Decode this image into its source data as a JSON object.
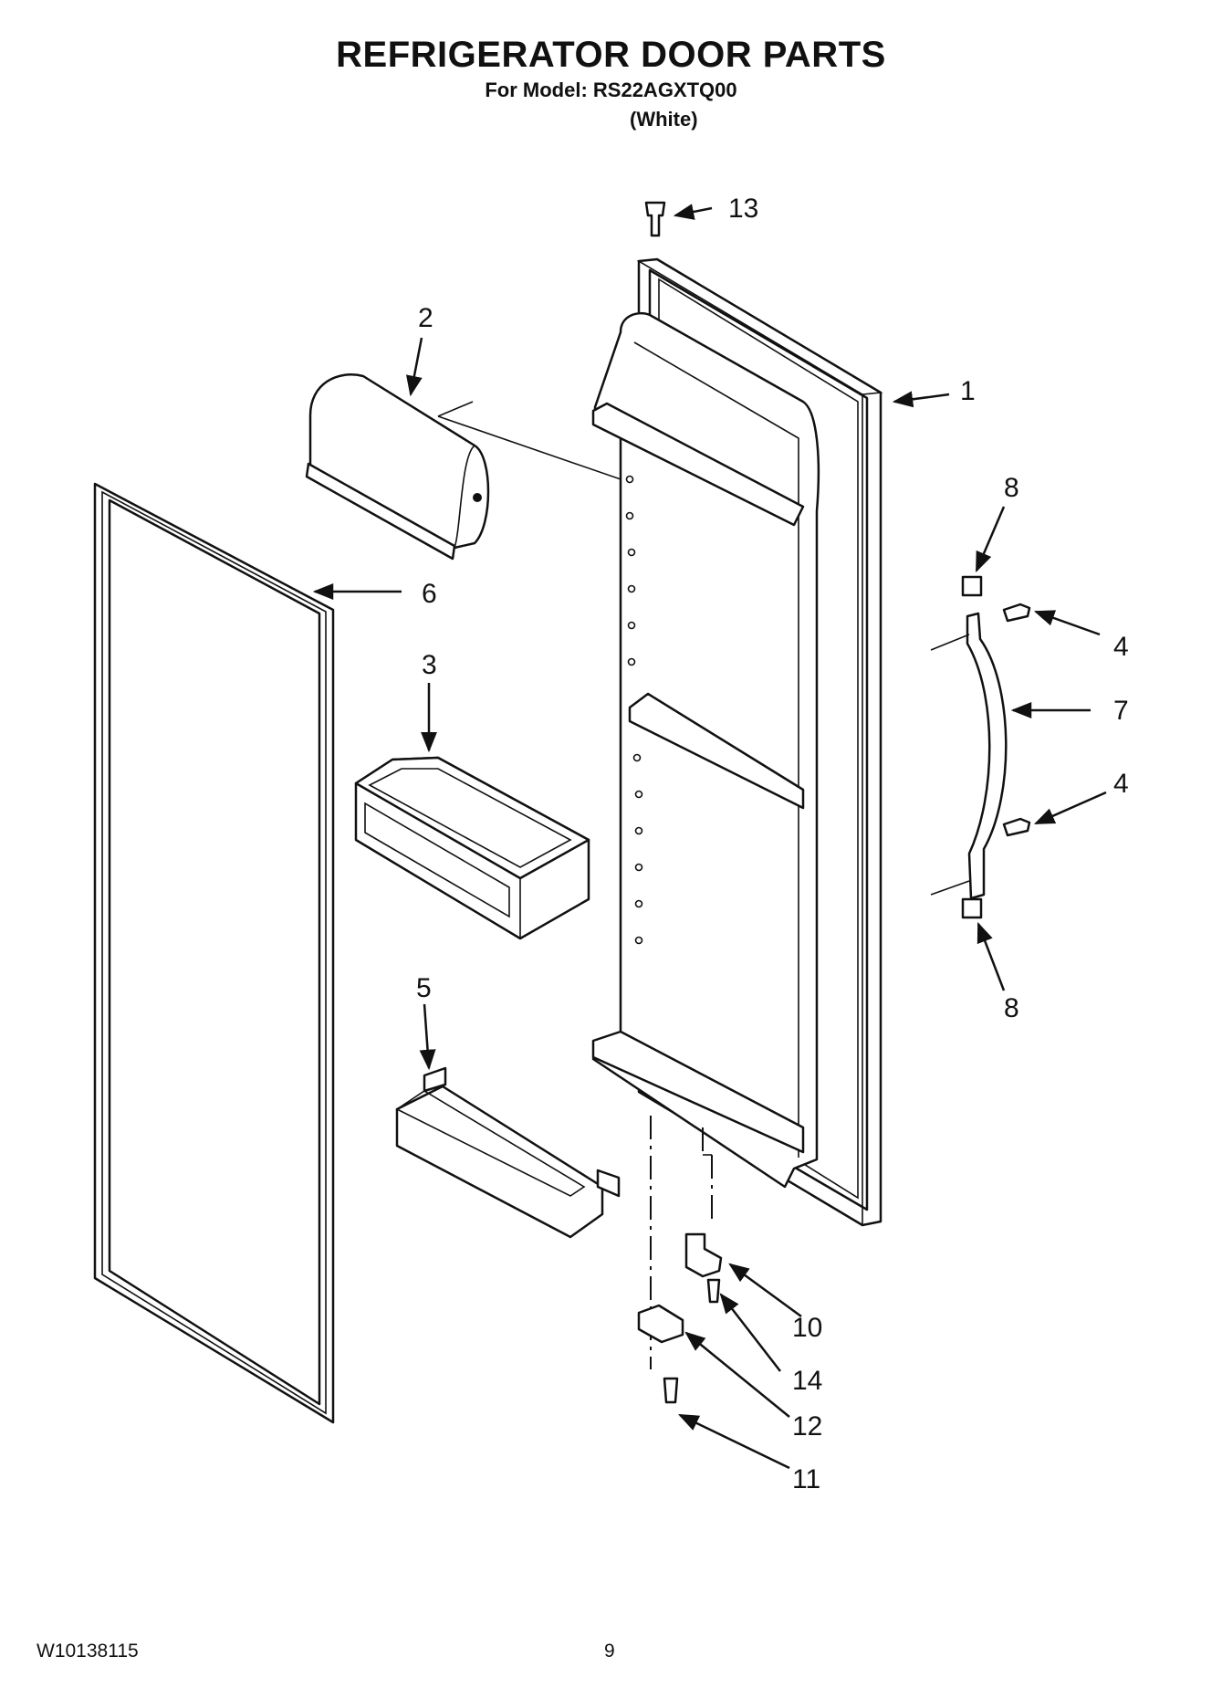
{
  "header": {
    "title": "REFRIGERATOR DOOR PARTS",
    "model_line": "For Model: RS22AGXTQ00",
    "variant": "(White)"
  },
  "footer": {
    "doc_id": "W10138115",
    "page_number": "9"
  },
  "callouts": {
    "c1": "1",
    "c2": "2",
    "c3": "3",
    "c4a": "4",
    "c4b": "4",
    "c5": "5",
    "c6": "6",
    "c7": "7",
    "c8a": "8",
    "c8b": "8",
    "c10": "10",
    "c11": "11",
    "c12": "12",
    "c13": "13",
    "c14": "14"
  }
}
